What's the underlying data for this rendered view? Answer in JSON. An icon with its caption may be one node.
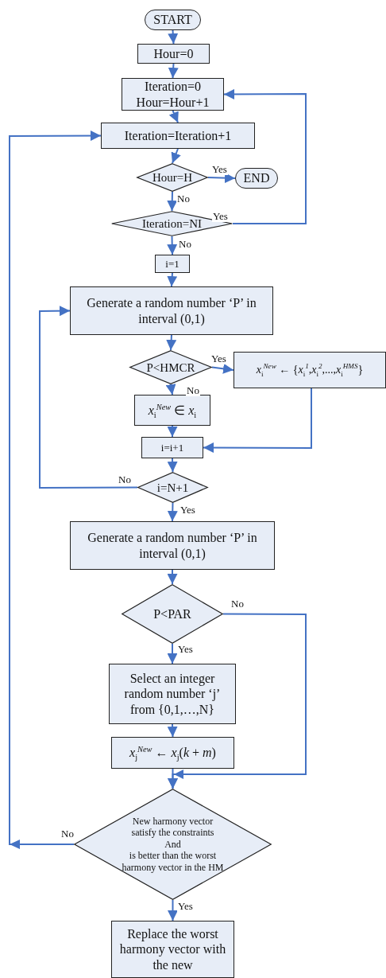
{
  "diagram": {
    "nodes": [
      {
        "text": [
          "START"
        ]
      },
      {
        "text": [
          "Hour=0"
        ]
      },
      {
        "text": [
          "Iteration=0",
          "Hour=Hour+1"
        ]
      },
      {
        "text": [
          "Iteration=Iteration+1"
        ]
      },
      {
        "text": [
          "Hour=H"
        ]
      },
      {
        "text": [
          "END"
        ]
      },
      {
        "text": [
          "Iteration=NI"
        ]
      },
      {
        "text": [
          "i=1"
        ]
      },
      {
        "text": [
          "Generate a random number ‘P’ in interval (0,1)"
        ]
      },
      {
        "text": [
          "P<HMCR"
        ]
      },
      {
        "text": [
          "*x*$_{i}$$^{New}$ ← {*x*$_{i}$$^{1}$,*x*$_{i}$$^{2}$,...,*x*$_{i}$$^{HMS}$}"
        ]
      },
      {
        "text": [
          "*x*$_{i}$$^{New}$ ∈ *x*$_{i}$"
        ]
      },
      {
        "text": [
          "i=i+1"
        ]
      },
      {
        "text": [
          "i=N+1"
        ]
      },
      {
        "text": [
          "Generate a random number ‘P’ in interval (0,1)"
        ]
      },
      {
        "text": [
          "P<PAR"
        ]
      },
      {
        "text": [
          "Select an integer random number ‘j’ from {0,1,…,N}"
        ]
      },
      {
        "text": [
          "*x*$_{j}$$^{New}$ ← *x*$_{j}$(*k* + *m*)"
        ]
      },
      {
        "text": [
          "New harmony vector satisfy the constraints",
          "And",
          "is better than the worst harmony vector in the HM"
        ]
      },
      {
        "text": [
          "Replace the worst harmony vector with the new"
        ]
      }
    ],
    "edges": [
      {
        "from": 0,
        "to": 1,
        "arrow": "to"
      },
      {
        "from": 1,
        "to": 2,
        "arrow": "to"
      },
      {
        "from": 2,
        "to": 3,
        "arrow": "to"
      },
      {
        "from": 3,
        "to": 4,
        "arrow": "to"
      },
      {
        "from": 4,
        "to": 5,
        "arrow": "to",
        "label": "Yes"
      },
      {
        "from": 4,
        "to": 6,
        "arrow": "to",
        "label": "No"
      },
      {
        "from": 6,
        "to": 2,
        "arrow": "to",
        "label": "Yes"
      },
      {
        "from": 6,
        "to": 7,
        "arrow": "to",
        "label": "No"
      },
      {
        "from": 7,
        "to": 8,
        "arrow": "to"
      },
      {
        "from": 8,
        "to": 9,
        "arrow": "to"
      },
      {
        "from": 9,
        "to": 10,
        "arrow": "to",
        "label": "Yes"
      },
      {
        "from": 9,
        "to": 11,
        "arrow": "to",
        "label": "No"
      },
      {
        "from": 10,
        "to": 12,
        "arrow": "to"
      },
      {
        "from": 11,
        "to": 12,
        "arrow": "to"
      },
      {
        "from": 12,
        "to": 13,
        "arrow": "to"
      },
      {
        "from": 13,
        "to": 8,
        "arrow": "to",
        "label": "No"
      },
      {
        "from": 13,
        "to": 14,
        "arrow": "to",
        "label": "Yes"
      },
      {
        "from": 14,
        "to": 15,
        "arrow": "to"
      },
      {
        "from": 15,
        "to": 16,
        "arrow": "to",
        "label": "Yes"
      },
      {
        "from": 15,
        "to": 18,
        "arrow": "to",
        "label": "No"
      },
      {
        "from": 16,
        "to": 17,
        "arrow": "to"
      },
      {
        "from": 17,
        "to": 18,
        "arrow": "to"
      },
      {
        "from": 18,
        "to": 3,
        "arrow": "to",
        "label": "No"
      },
      {
        "from": 18,
        "to": 19,
        "arrow": "to",
        "label": "Yes"
      }
    ]
  }
}
